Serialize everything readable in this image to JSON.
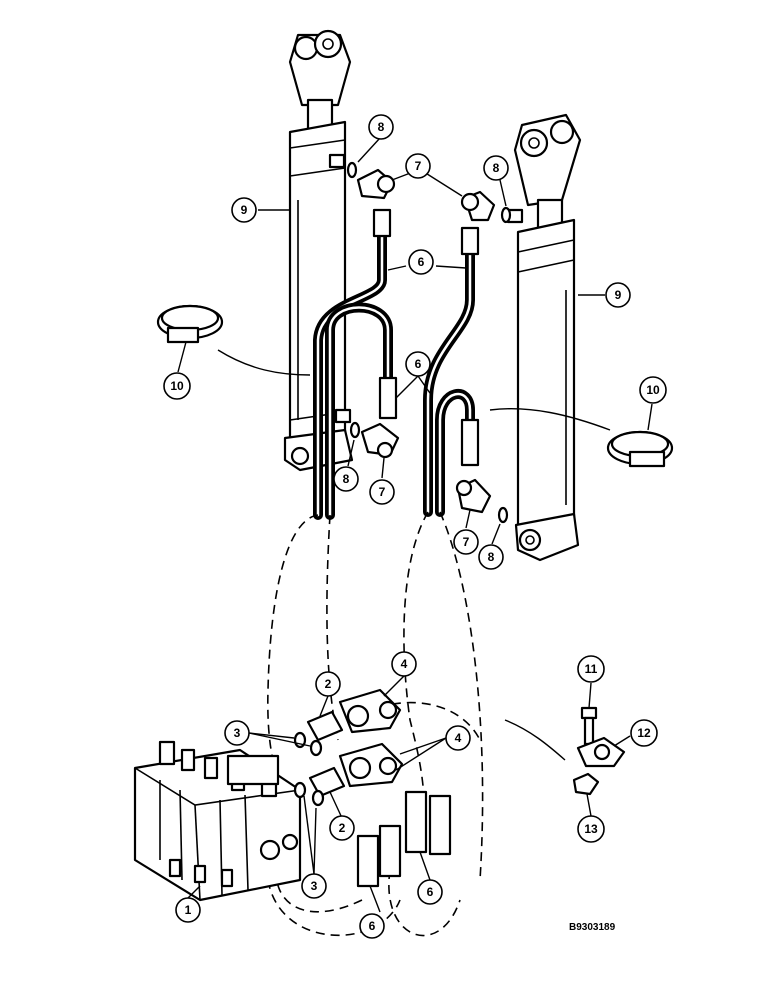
{
  "figure_code": "B9303189",
  "callouts": {
    "c1": "1",
    "c2a": "2",
    "c2b": "2",
    "c3a": "3",
    "c3b": "3",
    "c4a": "4",
    "c4b": "4",
    "c6a": "6",
    "c6b": "6",
    "c6c": "6",
    "c6d": "6",
    "c7a": "7",
    "c7b": "7",
    "c7c": "7",
    "c8a": "8",
    "c8b": "8",
    "c8c": "8",
    "c8d": "8",
    "c9a": "9",
    "c9b": "9",
    "c10a": "10",
    "c10b": "10",
    "c11": "11",
    "c12": "12",
    "c13": "13"
  }
}
